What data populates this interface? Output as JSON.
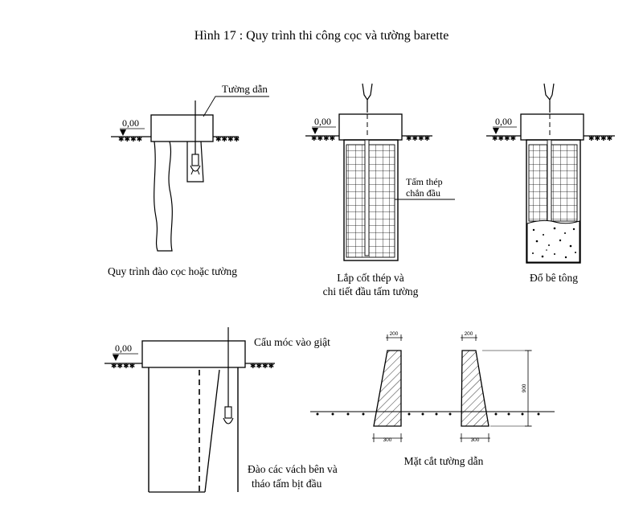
{
  "figure": {
    "title": "Hình 17 : Quy trình thi công cọc và tường barette"
  },
  "panels": {
    "excavation": {
      "level": "0,00",
      "guide_wall_label": "Tường dẫn",
      "caption": "Quy trình đào cọc hoặc tường"
    },
    "reinforcement": {
      "level": "0,00",
      "plate_label_line1": "Tấm thép",
      "plate_label_line2": "chắn đầu",
      "caption_line1": "Lắp cốt thép và",
      "caption_line2": "chi tiết đầu tấm tường"
    },
    "concreting": {
      "level": "0,00",
      "caption": "Đổ bê tông"
    },
    "side_walls": {
      "level": "0,00",
      "crane_label": "Cẩu móc vào giật",
      "caption_line1": "Đào các vách bên và",
      "caption_line2": "tháo tấm bịt đầu"
    },
    "guide_wall_section": {
      "top_width_left": "200",
      "top_width_right": "200",
      "height": "900",
      "base_width_left": "300",
      "base_width_right": "300",
      "caption": "Mặt cắt tường dẫn"
    }
  }
}
